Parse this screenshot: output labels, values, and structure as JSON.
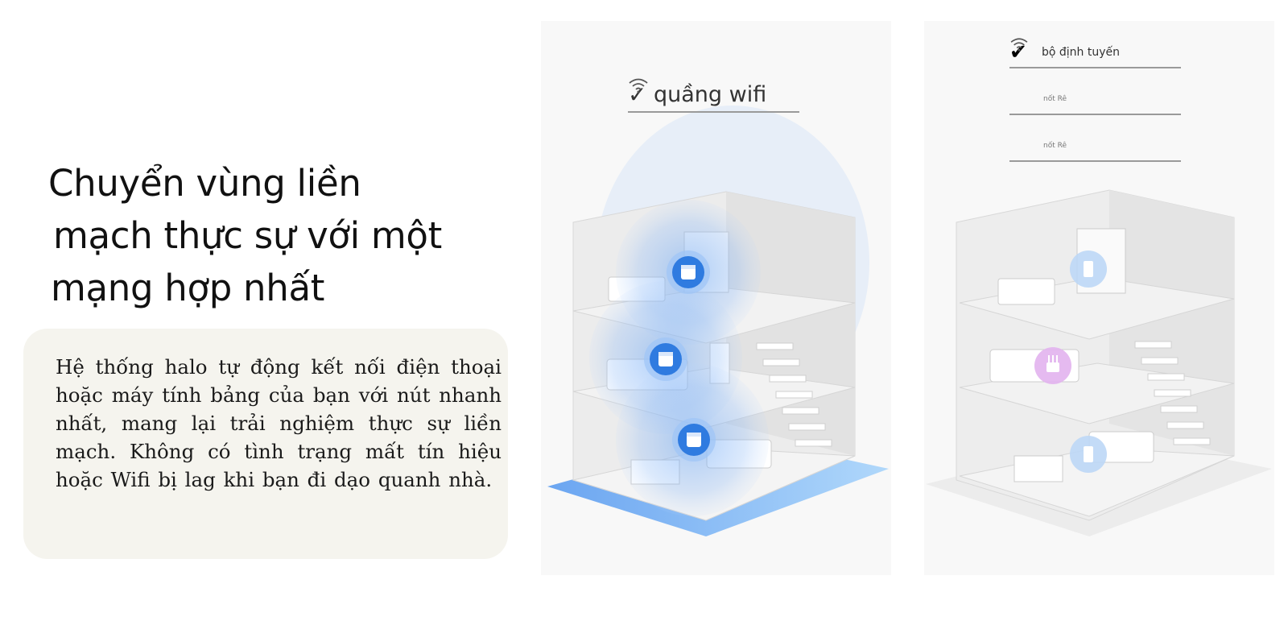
{
  "headline": {
    "line1": "Chuyển vùng liền",
    "line2": "mạch thực sự với một",
    "line3": "mạng hợp nhất"
  },
  "description": "Hệ thống halo tự động kết nối điện thoại hoặc máy tính bảng của bạn với nút nhanh nhất, mang lại trải nghiệm thực sự liền mạch. Không có tình trạng mất tín hiệu hoặc Wifi bị lag khi bạn đi dạo quanh nhà.",
  "left_panel": {
    "network": {
      "check": "✓",
      "name": "quầng wifi",
      "icon": "wifi-icon"
    }
  },
  "right_panel": {
    "networks": [
      {
        "check": "✔",
        "name": "bộ định tuyến",
        "icon": "wifi-icon"
      },
      {
        "name": "nốt Rê"
      },
      {
        "name": "nốt Rê"
      }
    ]
  },
  "colors": {
    "card_bg": "#f5f4ee",
    "coverage_blue": "#4a90f0",
    "node_blue": "#2f7be0",
    "router_purple": "#d58ee8"
  }
}
